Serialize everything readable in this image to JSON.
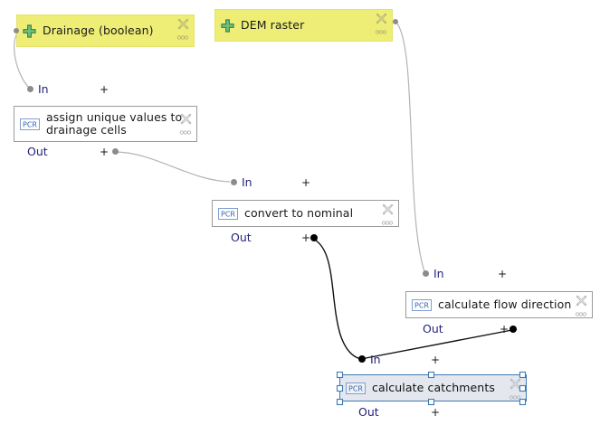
{
  "app": {
    "type": "visual-dataflow-model-editor",
    "canvas_background": "#ffffff"
  },
  "colors": {
    "data_node_fill": "#eeee77",
    "data_node_border": "#e3e36a",
    "operation_node_fill": "#ffffff",
    "operation_node_border": "#9a9a9a",
    "selected_node_fill": "#e4e8ee",
    "selected_node_border": "#3d7ab5",
    "port_label_text": "#23237a",
    "wire_inactive": "#b0b0b0",
    "wire_active": "#000000",
    "plus_green": "#3f8f52",
    "pcr_blue": "#3a64b0"
  },
  "nodes": [
    {
      "id": "drainage",
      "title": "Drainage (boolean)",
      "kind": "data",
      "icon": "green-plus-icon",
      "selected": false,
      "ports": {
        "out": {
          "label": "",
          "connected": true
        }
      },
      "corner_icons": [
        "close-x-icon",
        "more-dots-icon"
      ]
    },
    {
      "id": "dem-raster",
      "title": "DEM raster",
      "kind": "data",
      "icon": "green-plus-icon",
      "selected": false,
      "ports": {
        "out": {
          "label": "",
          "connected": true
        }
      },
      "corner_icons": [
        "close-x-icon",
        "more-dots-icon"
      ]
    },
    {
      "id": "assign-unique-values",
      "title": "assign unique values to\ndrainage cells",
      "kind": "operation",
      "icon": "pcr-icon",
      "selected": false,
      "ports": {
        "in": {
          "label": "In",
          "plus": "+",
          "connected": true
        },
        "out": {
          "label": "Out",
          "plus": "+",
          "connected": true
        }
      },
      "corner_icons": [
        "close-x-icon",
        "more-dots-icon"
      ]
    },
    {
      "id": "convert-to-nominal",
      "title": "convert to nominal",
      "kind": "operation",
      "icon": "pcr-icon",
      "selected": false,
      "ports": {
        "in": {
          "label": "In",
          "plus": "+",
          "connected": true
        },
        "out": {
          "label": "Out",
          "plus": "+",
          "connected": true
        }
      },
      "corner_icons": [
        "close-x-icon",
        "more-dots-icon"
      ]
    },
    {
      "id": "calculate-flow-direction",
      "title": "calculate flow direction",
      "kind": "operation",
      "icon": "pcr-icon",
      "selected": false,
      "ports": {
        "in": {
          "label": "In",
          "plus": "+",
          "connected": true
        },
        "out": {
          "label": "Out",
          "plus": "+",
          "connected": true
        }
      },
      "corner_icons": [
        "close-x-icon",
        "more-dots-icon"
      ]
    },
    {
      "id": "calculate-catchments",
      "title": "calculate catchments",
      "kind": "operation",
      "icon": "pcr-icon",
      "selected": true,
      "ports": {
        "in": {
          "label": "In",
          "plus": "+",
          "connected": true
        },
        "out": {
          "label": "Out",
          "plus": "+",
          "connected": false
        }
      },
      "corner_icons": [
        "close-x-icon",
        "more-dots-icon"
      ]
    }
  ],
  "labels": {
    "drainage_title": "Drainage (boolean)",
    "dem_title": "DEM raster",
    "assign_title": "assign unique values to\ndrainage cells",
    "convert_title": "convert to nominal",
    "flowdir_title": "calculate flow direction",
    "catchments_title": "calculate catchments",
    "in": "In",
    "out": "Out",
    "plus": "+",
    "pcr": "PCR"
  },
  "connections": [
    {
      "from": "drainage.out",
      "to": "assign-unique-values.in",
      "state": "inactive"
    },
    {
      "from": "assign-unique-values.out",
      "to": "convert-to-nominal.in",
      "state": "inactive"
    },
    {
      "from": "dem-raster.out",
      "to": "calculate-flow-direction.in",
      "state": "inactive"
    },
    {
      "from": "convert-to-nominal.out",
      "to": "calculate-catchments.in",
      "state": "active"
    },
    {
      "from": "calculate-flow-direction.out",
      "to": "calculate-catchments.in",
      "state": "active"
    }
  ]
}
